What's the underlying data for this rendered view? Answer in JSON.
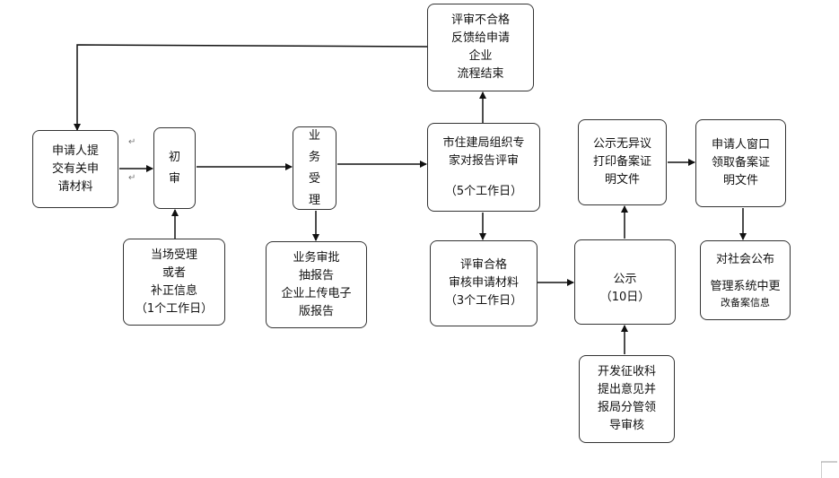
{
  "boxes": {
    "reject": [
      "评审不合格",
      "反馈给申请",
      "企业",
      "流程结束"
    ],
    "apply": [
      "申请人提",
      "交有关申",
      "请材料"
    ],
    "initial": [
      "初",
      "审"
    ],
    "accept": [
      "业",
      "务",
      "受",
      "理"
    ],
    "review": [
      "市住建局组织专",
      "家对报告评审",
      "",
      "（5个工作日）"
    ],
    "pass": [
      "评审合格",
      "审核申请材料",
      "（3个工作日）"
    ],
    "publicity": [
      "",
      "公示",
      "（10日）"
    ],
    "nodissent": [
      "公示无异议",
      "打印备案证",
      "明文件"
    ],
    "collect": [
      "申请人窗口",
      "领取备案证",
      "明文件"
    ],
    "onsite": [
      "当场受理",
      "或者",
      "补正信息",
      "（1个工作日）"
    ],
    "approve": [
      "业务审批",
      "抽报告",
      "企业上传电子",
      "版报告"
    ],
    "announce": [
      "对社会公布",
      "",
      "管理系统中更",
      "改备案信息"
    ],
    "devdept": [
      "开发征收科",
      "提出意见并",
      "报局分管领",
      "导审核"
    ]
  },
  "para_mark": "↵"
}
